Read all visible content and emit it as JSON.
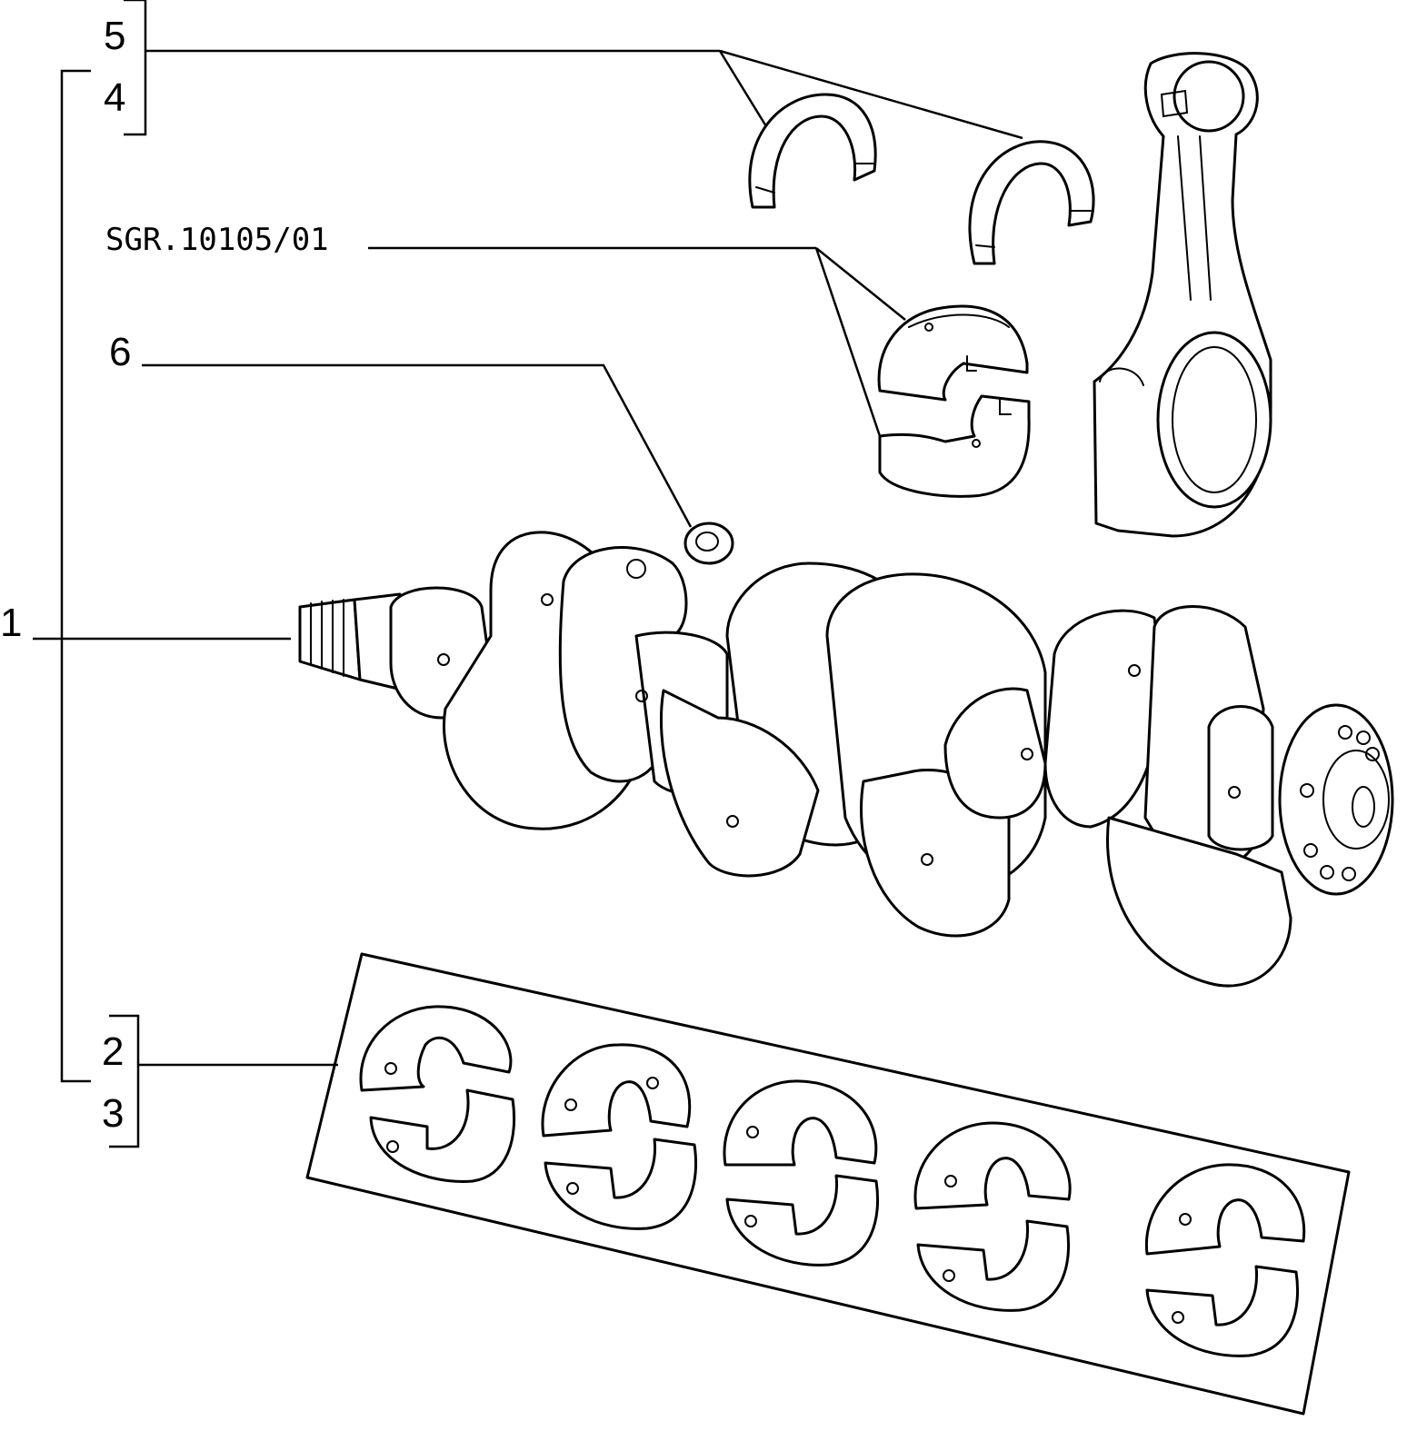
{
  "drawing": {
    "reference_code": "SGR.10105/01",
    "callouts": [
      "1",
      "2",
      "3",
      "4",
      "5",
      "6"
    ]
  },
  "icons": {
    "crankshaft": "crankshaft-icon",
    "connecting_rod": "connecting-rod-icon",
    "thrust_washer": "thrust-washer-icon",
    "big_end_bearing": "big-end-bearing-icon",
    "main_bearing": "main-bearing-shell-icon",
    "pilot_bushing": "pilot-bushing-icon"
  },
  "colors": {
    "line": "#000000",
    "background": "#ffffff"
  }
}
